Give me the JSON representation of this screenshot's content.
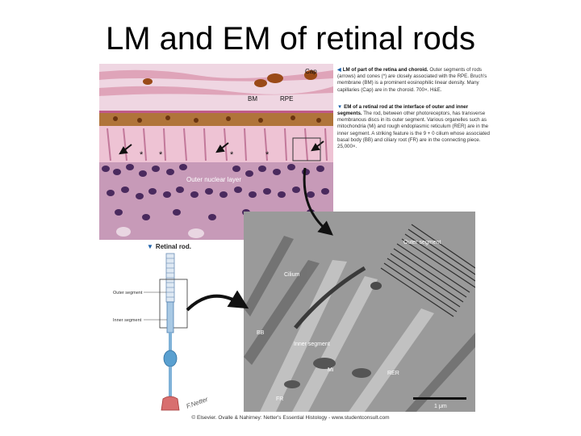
{
  "title": "LM and EM of retinal rods",
  "lm_labels": {
    "cap": "Cap",
    "bm": "BM",
    "rpe": "RPE",
    "asterisk": "*",
    "outer_nuclear_layer": "Outer nuclear layer"
  },
  "caption_lm": {
    "heading": "LM of part of the retina and choroid.",
    "body": "Outer segments of rods (arrows) and cones (*) are closely associated with the RPE. Bruch's membrane (BM) is a prominent eosinophilic linear density. Many capillaries (Cap) are in the choroid. 700×. H&E."
  },
  "caption_em": {
    "heading": "EM of a retinal rod at the interface of outer and inner segments.",
    "body": "The rod, between other photoreceptors, has transverse membranous discs in its outer segment. Various organelles such as mitochondria (Mi) and rough endoplasmic reticulum (RER) are in the inner segment. A striking feature is the 9 + 0 cilium whose associated basal body (BB) and ciliary root (FR) are in the connecting piece. 25,000×."
  },
  "rod_diagram": {
    "title": "Retinal rod.",
    "outer_segment": "Outer segment",
    "inner_segment": "Inner segment",
    "signature": "F.Netter"
  },
  "em_labels": {
    "outer_segment": "Outer segment",
    "cilium": "Cilium",
    "bb": "BB",
    "inner_segment": "Inner segment",
    "mi": "Mi",
    "rer": "RER",
    "fr": "FR",
    "scale": "1 μm"
  },
  "copyright": "© Elsevier. Ovalle & Nahirney: Netter's Essential Histology - www.studentconsult.com",
  "colors": {
    "accent_triangle": "#1a5fa8",
    "he_pink": "#e8c4d4",
    "nuclei": "#4a2a5e",
    "rpe_brown": "#8a4a1a"
  }
}
